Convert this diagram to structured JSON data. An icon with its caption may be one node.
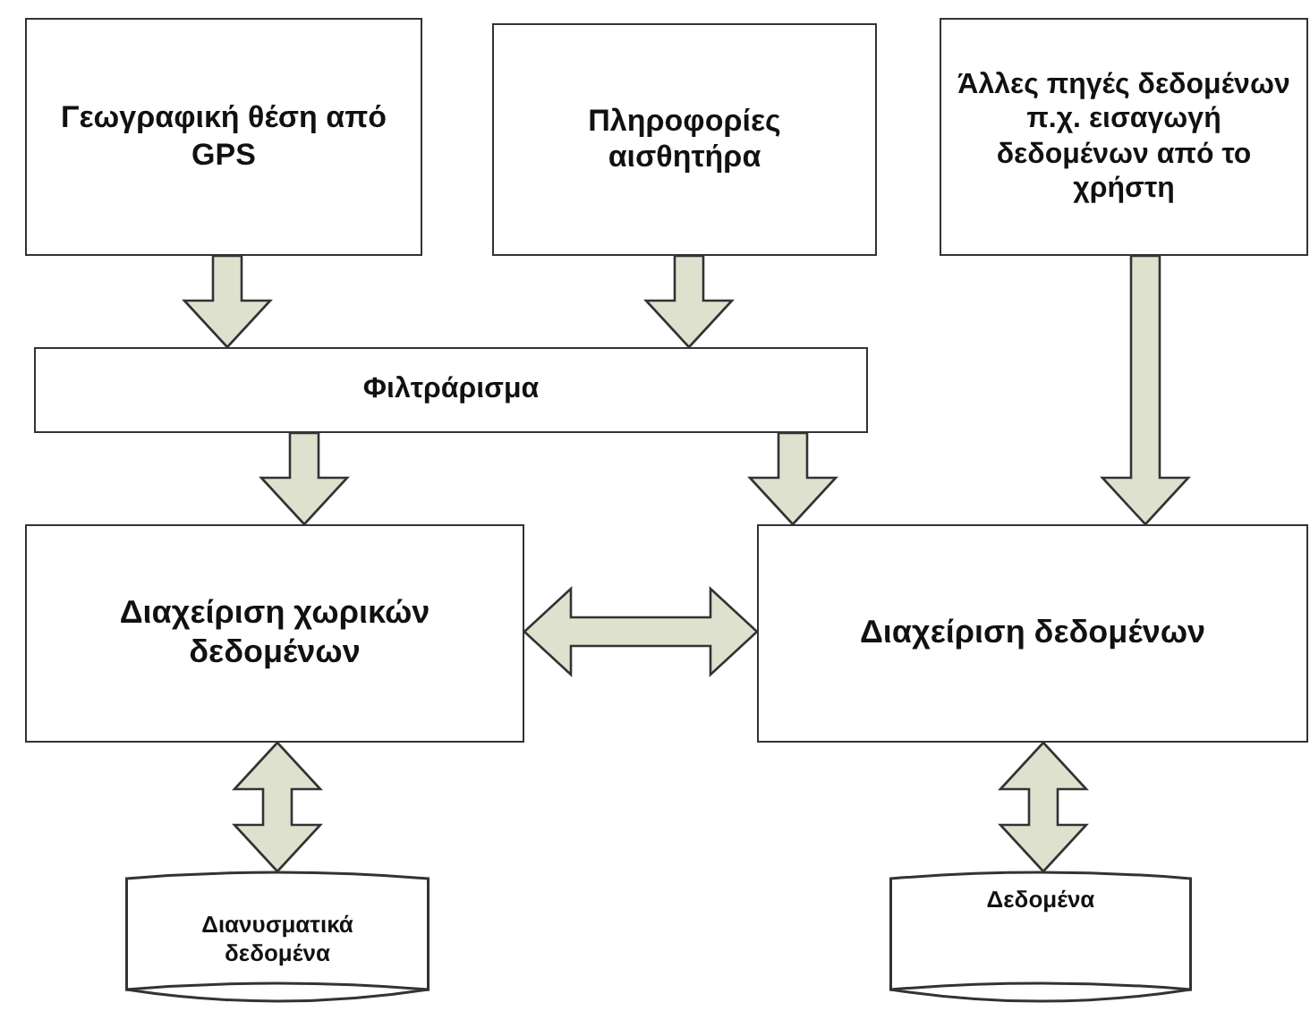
{
  "diagram": {
    "nodes": [
      {
        "text": [
          "Γεωγραφική θέση από GPS"
        ]
      },
      {
        "text": [
          "Πληροφορίες αισθητήρα"
        ]
      },
      {
        "text": [
          "Άλλες πηγές δεδομένων π.χ. εισαγωγή δεδομένων από το χρήστη"
        ]
      },
      {
        "text": [
          "Φιλτράρισμα"
        ]
      },
      {
        "text": [
          "Διαχείριση χωρικών δεδομένων"
        ]
      },
      {
        "text": [
          "Διαχείριση δεδομένων"
        ]
      },
      {
        "text": [
          "Διανυσματικά δεδομένα"
        ]
      },
      {
        "text": [
          "Δεδομένα"
        ]
      }
    ],
    "edges": [
      {
        "from": 0,
        "to": 3,
        "arrow": "to"
      },
      {
        "from": 1,
        "to": 3,
        "arrow": "to"
      },
      {
        "from": 3,
        "to": 4,
        "arrow": "to"
      },
      {
        "from": 3,
        "to": 5,
        "arrow": "to"
      },
      {
        "from": 2,
        "to": 5,
        "arrow": "to"
      },
      {
        "from": 4,
        "to": 5,
        "arrow": "both"
      },
      {
        "from": 4,
        "to": 6,
        "arrow": "both"
      },
      {
        "from": 5,
        "to": 7,
        "arrow": "both"
      }
    ]
  }
}
